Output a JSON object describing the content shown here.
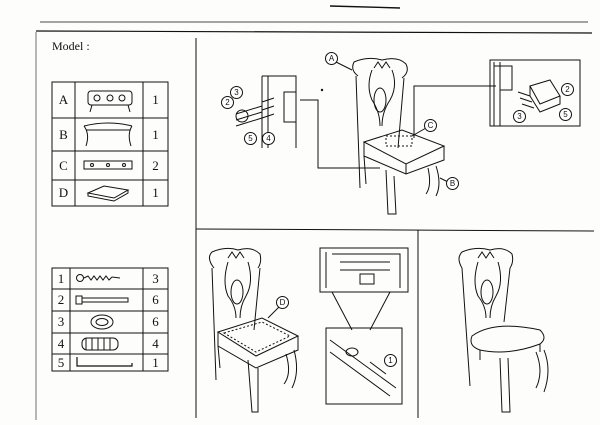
{
  "model_label": "Model :",
  "parts": [
    {
      "letter": "A",
      "qty": "1",
      "icon": "chair-back-icon"
    },
    {
      "letter": "B",
      "qty": "1",
      "icon": "chair-frame-icon"
    },
    {
      "letter": "C",
      "qty": "2",
      "icon": "rail-bracket-icon"
    },
    {
      "letter": "D",
      "qty": "1",
      "icon": "seat-cushion-icon"
    }
  ],
  "hardware": [
    {
      "number": "1",
      "qty": "3",
      "icon": "wood-screw-icon"
    },
    {
      "number": "2",
      "qty": "6",
      "icon": "bolt-icon"
    },
    {
      "number": "3",
      "qty": "6",
      "icon": "washer-icon"
    },
    {
      "number": "4",
      "qty": "4",
      "icon": "spring-washer-icon"
    },
    {
      "number": "5",
      "qty": "1",
      "icon": "allen-key-icon"
    }
  ],
  "callouts": {
    "top": {
      "a": "A",
      "b": "B",
      "c": "C",
      "left_detail": [
        "2",
        "3",
        "5",
        "4"
      ],
      "right_detail": [
        "2",
        "3",
        "5"
      ]
    },
    "bottom_left": {
      "d": "D"
    },
    "bottom_mid": {
      "one": "1"
    }
  }
}
